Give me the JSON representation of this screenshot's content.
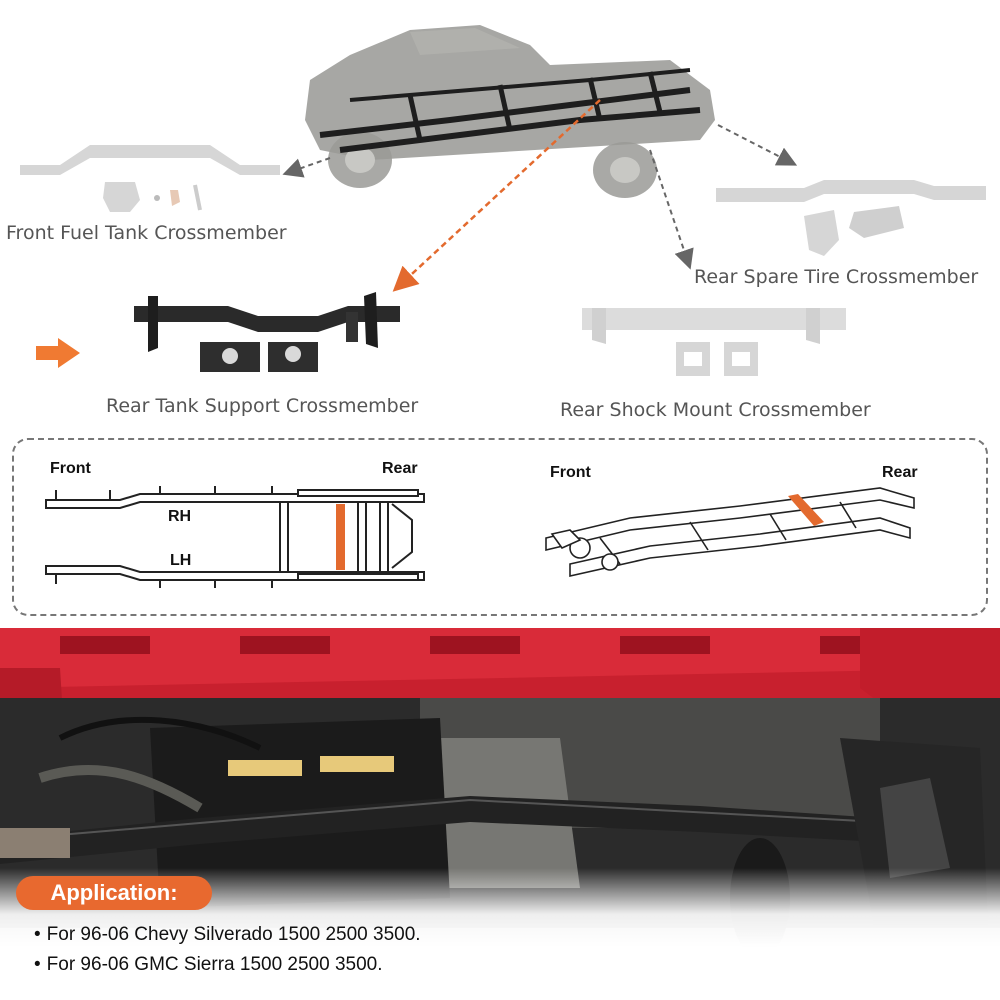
{
  "parts": {
    "front_fuel_tank": "Front Fuel Tank Crossmember",
    "rear_spare_tire": "Rear Spare Tire Crossmember",
    "rear_tank_support": "Rear Tank Support Crossmember",
    "rear_shock_mount": "Rear Shock Mount Crossmember"
  },
  "diagram": {
    "left_front": "Front",
    "left_rear": "Rear",
    "rh": "RH",
    "lh": "LH",
    "right_front": "Front",
    "right_rear": "Rear"
  },
  "application": {
    "title": "Application:",
    "items": [
      "For 96-06 Chevy Silverado 1500 2500 3500.",
      "For 96-06 GMC Sierra 1500 2500 3500."
    ]
  },
  "colors": {
    "accent": "#e8692f",
    "highlight": "#e36a2e",
    "faded_part": "#d6d6d6",
    "frame_black": "#1e1e1e",
    "truck_red": "#c8202e"
  }
}
